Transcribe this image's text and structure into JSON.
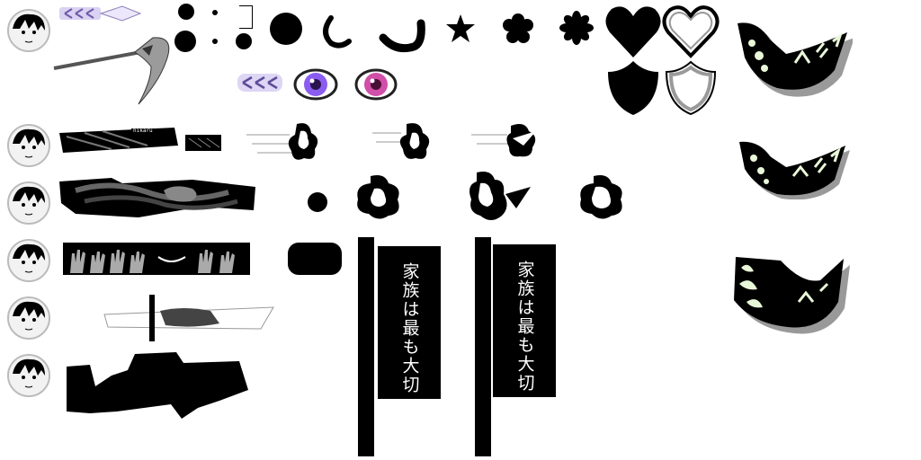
{
  "sheet": {
    "avatars": [
      {
        "name": "avatar-row-1"
      },
      {
        "name": "avatar-row-2"
      },
      {
        "name": "avatar-row-3"
      },
      {
        "name": "avatar-row-4"
      },
      {
        "name": "avatar-row-5"
      },
      {
        "name": "avatar-row-6"
      }
    ],
    "banner_left": {
      "text": "家族は最も大切"
    },
    "banner_right": {
      "text": "家族は最も大切"
    },
    "name_tag": {
      "text": "hikaru"
    },
    "colors": {
      "ink": "#000000",
      "paper": "#ffffff",
      "purple_eye": "#8a5cf0",
      "pink_eye": "#d04fa8",
      "glow": "#e9f7d9",
      "shield_outline": "#9a9a9a"
    },
    "icons": [
      "heart-icon",
      "heart-outline-icon",
      "shield-icon",
      "shield-outline-icon",
      "star-icon",
      "flower-icon",
      "scythe-icon",
      "eye-icon"
    ]
  }
}
